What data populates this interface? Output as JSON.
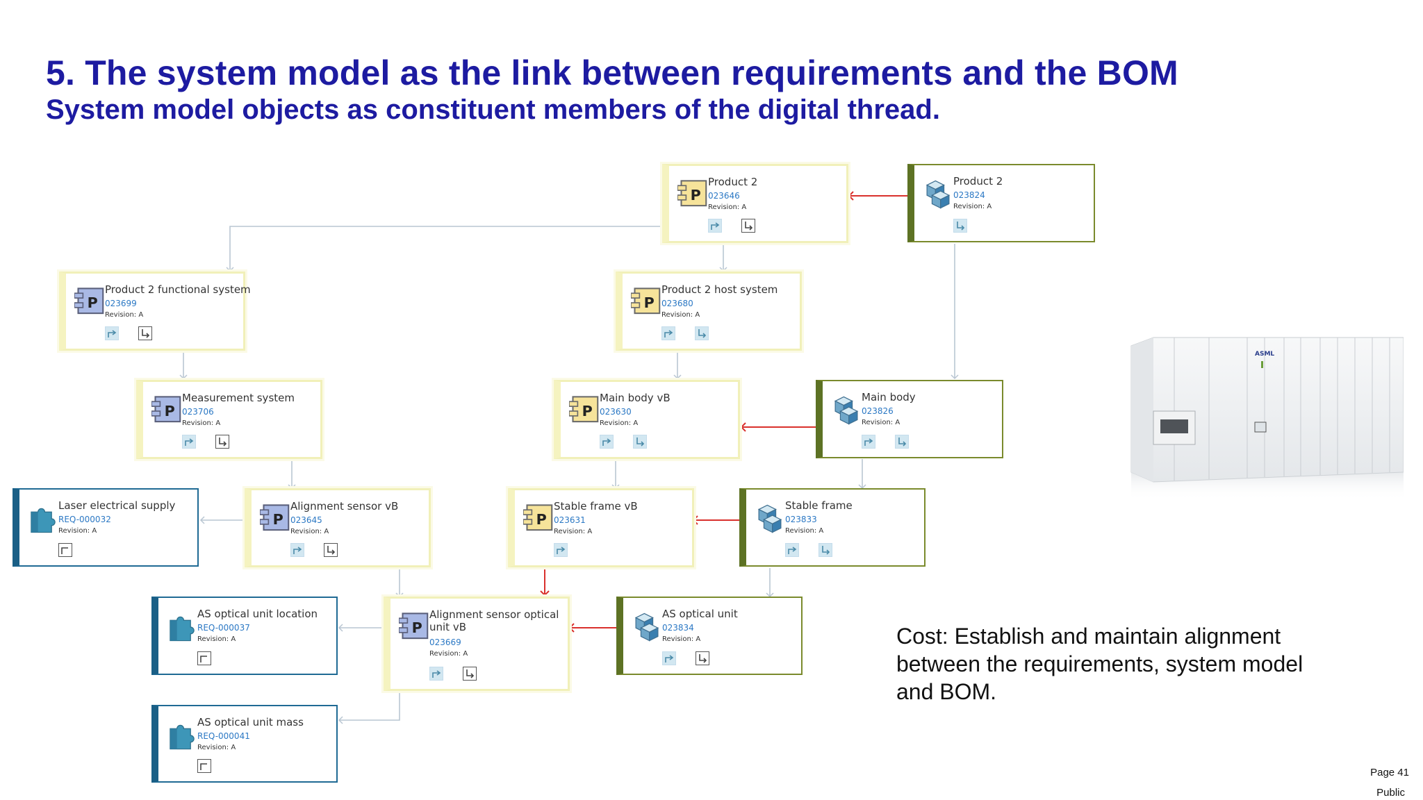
{
  "title": "5. The system model as the link between requirements and the BOM",
  "subtitle": "System model objects as constituent members of the digital thread.",
  "cost_text": "Cost: Establish and maintain alignment between the requirements, system model and BOM.",
  "footer": {
    "page": "Page 41",
    "classification": "Public"
  },
  "machine_logo": "ASML",
  "colors": {
    "title": "#1d1ba1",
    "system_node": "#f5f3c0",
    "bom_node": "#5d7224",
    "requirement_node": "#1a5f86",
    "trace_arrow": "#d9302c",
    "hierarchy_line": "#b9c6d2"
  },
  "nodes": {
    "product2_sys": {
      "name": "Product 2",
      "number": "023646",
      "revision": "Revision: A",
      "icon": "component-p-icon"
    },
    "product2_bom": {
      "name": "Product 2",
      "number": "023824",
      "revision": "Revision: A",
      "icon": "part-cube-icon"
    },
    "func_sys": {
      "name": "Product 2 functional system",
      "number": "023699",
      "revision": "Revision: A",
      "icon": "component-p-icon"
    },
    "host_sys": {
      "name": "Product 2 host system",
      "number": "023680",
      "revision": "Revision: A",
      "icon": "component-p-icon"
    },
    "measure_sys": {
      "name": "Measurement system",
      "number": "023706",
      "revision": "Revision: A",
      "icon": "component-p-icon"
    },
    "mainbody_vb": {
      "name": "Main body vB",
      "number": "023630",
      "revision": "Revision: A",
      "icon": "component-p-icon"
    },
    "mainbody_bom": {
      "name": "Main body",
      "number": "023826",
      "revision": "Revision: A",
      "icon": "part-cube-icon"
    },
    "laser_req": {
      "name": "Laser electrical supply",
      "number": "REQ-000032",
      "revision": "Revision: A",
      "icon": "requirement-puzzle-icon"
    },
    "align_vb": {
      "name": "Alignment sensor vB",
      "number": "023645",
      "revision": "Revision: A",
      "icon": "component-p-icon"
    },
    "stable_vb": {
      "name": "Stable frame vB",
      "number": "023631",
      "revision": "Revision: A",
      "icon": "component-p-icon"
    },
    "stable_bom": {
      "name": "Stable frame",
      "number": "023833",
      "revision": "Revision: A",
      "icon": "part-cube-icon"
    },
    "loc_req": {
      "name": "AS optical unit location",
      "number": "REQ-000037",
      "revision": "Revision: A",
      "icon": "requirement-puzzle-icon"
    },
    "optical_vb": {
      "name": "Alignment sensor optical unit vB",
      "number": "023669",
      "revision": "Revision: A",
      "icon": "component-p-icon"
    },
    "optical_bom": {
      "name": "AS optical unit",
      "number": "023834",
      "revision": "Revision: A",
      "icon": "part-cube-icon"
    },
    "mass_req": {
      "name": "AS optical unit mass",
      "number": "REQ-000041",
      "revision": "Revision: A",
      "icon": "requirement-puzzle-icon"
    }
  }
}
